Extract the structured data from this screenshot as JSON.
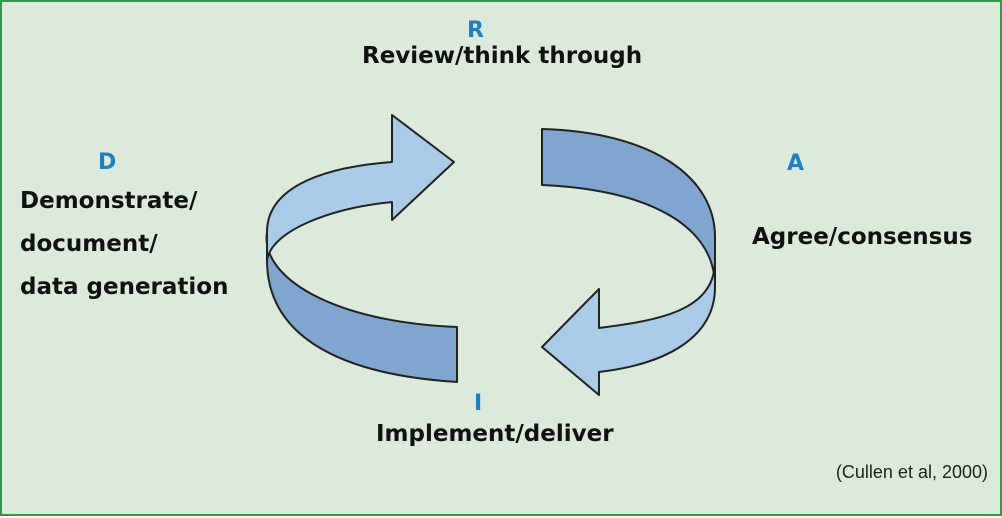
{
  "stages": {
    "review": {
      "letter": "R",
      "label": "Review/think through"
    },
    "agree": {
      "letter": "A",
      "label": "Agree/consensus"
    },
    "implement": {
      "letter": "I",
      "label": "Implement/deliver"
    },
    "demonstrate": {
      "letter": "D",
      "lines": [
        "Demonstrate/",
        "document/",
        "data generation"
      ]
    }
  },
  "citation": "(Cullen et al, 2000)",
  "colors": {
    "background": "#dbeadb",
    "border": "#2e9b47",
    "letter": "#1a82c4",
    "arrow_light": "#a8cbe9",
    "arrow_dark": "#7ea6d0",
    "arrow_outline": "#222222"
  }
}
